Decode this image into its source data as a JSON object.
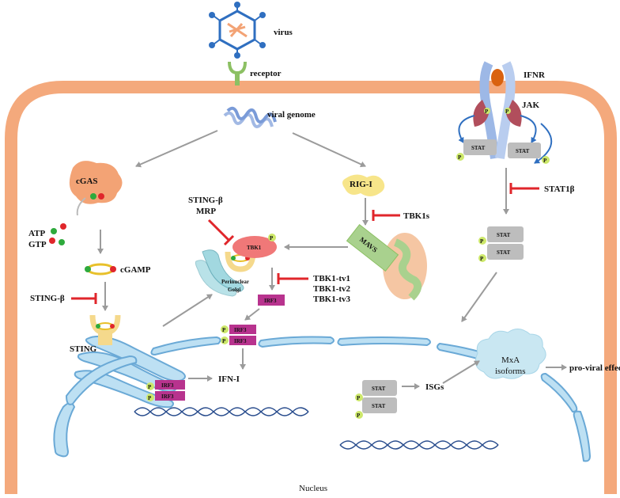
{
  "labels": {
    "virus": "virus",
    "receptor": "receptor",
    "viral_genome": "viral genome",
    "ifnr": "IFNR",
    "jak": "JAK",
    "cgas": "cGAS",
    "atp": "ATP",
    "gtp": "GTP",
    "cgamp": "cGAMP",
    "sting_beta_left": "STING-β",
    "sting": "STING",
    "sting_beta_mrp_1": "STING-β",
    "sting_beta_mrp_2": "MRP",
    "tbk1": "TBK1",
    "perinuclear_1": "Perinuclear",
    "perinuclear_2": "Golgi",
    "rig_i": "RIG-I",
    "tbk1s": "TBK1s",
    "mavs": "MAVS",
    "tbk1_tv1": "TBK1-tv1",
    "tbk1_tv2": "TBK1-tv2",
    "tbk1_tv3": "TBK1-tv3",
    "irf3": "IRF3",
    "ifn_i": "IFN-I",
    "stat": "STAT",
    "stat1b": "STAT1β",
    "p": "P",
    "isgs": "ISGs",
    "mxa_1": "MxA",
    "mxa_2": "isoforms",
    "pro_viral": "pro-viral effect",
    "nucleus": "Nucleus"
  },
  "colors": {
    "membrane": "#f4a97c",
    "arrow": "#9b9b9b",
    "inhibit": "#e0262b",
    "irf3": "#b8338e",
    "stat": "#bdbdbd",
    "phospho": "#cde86a",
    "er": "#bde0f3",
    "er_stroke": "#6aa9d6",
    "virus": "#2f6fc0",
    "receptor": "#8cc063",
    "jak": "#b14e5c",
    "ifnr": "#9db8e6",
    "cgas": "#f3a375",
    "sting": "#f5d98c",
    "tbk1": "#f07878",
    "rig_i": "#f7e58a",
    "mavs": "#a9d18e",
    "mito": "#f5c6a3",
    "mxa": "#c9e7f2",
    "dna": "#274b8c"
  }
}
